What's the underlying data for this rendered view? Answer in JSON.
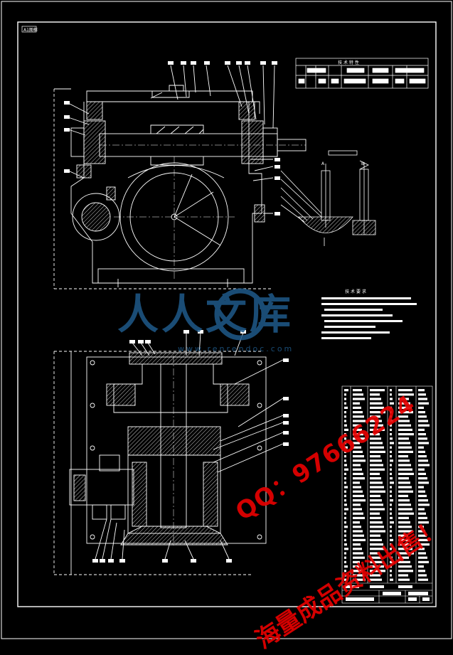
{
  "drawing": {
    "frame_tag": "A1图框",
    "tech_table_title": "技 术 特 性",
    "tech_notes_title": "技 术 要 求",
    "detail_label": "A",
    "detail_label_2": "B"
  },
  "watermark": {
    "site_text": "人人文库",
    "site_url": "www.renrendoc.com",
    "qq_text": "QQ：97666224",
    "slogan_text": "海量成品资料出售！"
  },
  "colors": {
    "background": "#000000",
    "lines": "#ffffff",
    "watermark_blue": "#1f5a8a",
    "watermark_red": "#e60000"
  }
}
